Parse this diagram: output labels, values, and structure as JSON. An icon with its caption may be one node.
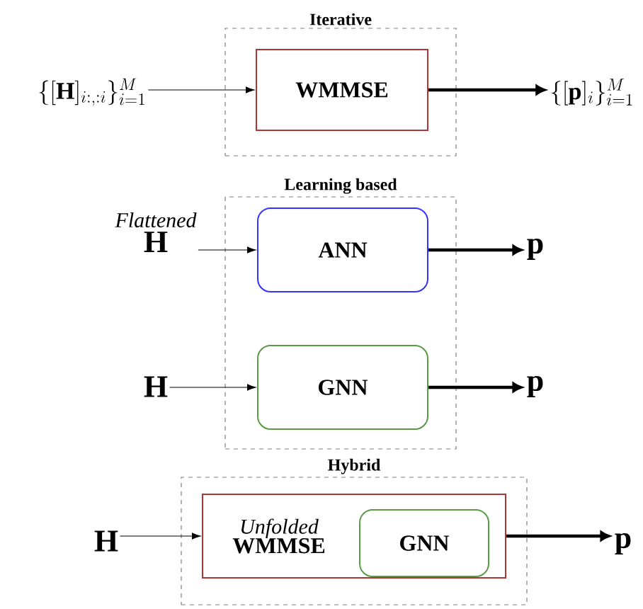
{
  "diagram": {
    "nodes": [
      {
        "text": [
          "Iterative"
        ]
      },
      {
        "text": [
          "WMMSE"
        ],
        "in": 0
      },
      {
        "text": [
          "\\{[\\mathbf{H}]_{i:,:i}\\}_{i=1}^{M}"
        ]
      },
      {
        "text": [
          "\\{[\\mathbf{p}]_{i}\\}_{i=1}^{M}"
        ]
      },
      {
        "text": [
          "Learning based"
        ]
      },
      {
        "text": [
          "ANN"
        ],
        "in": 4
      },
      {
        "text": [
          "GNN"
        ],
        "in": 4
      },
      {
        "text": [
          "Flattened",
          "\\mathbf{H}"
        ]
      },
      {
        "text": [
          "\\mathbf{p}"
        ]
      },
      {
        "text": [
          "\\mathbf{H}"
        ]
      },
      {
        "text": [
          "\\mathbf{p}"
        ]
      },
      {
        "text": [
          "Hybrid"
        ]
      },
      {
        "text": [
          "Unfolded",
          "WMMSE"
        ],
        "in": 11
      },
      {
        "text": [
          "GNN"
        ],
        "in": 12
      },
      {
        "text": [
          "\\mathbf{H}"
        ]
      },
      {
        "text": [
          "\\mathbf{p}"
        ]
      }
    ],
    "edges": [
      {
        "from": 2,
        "to": 1,
        "arrow": "to"
      },
      {
        "from": 1,
        "to": 3,
        "arrow": "to",
        "style": "thick"
      },
      {
        "from": 7,
        "to": 5,
        "arrow": "to"
      },
      {
        "from": 5,
        "to": 8,
        "arrow": "to",
        "style": "thick"
      },
      {
        "from": 9,
        "to": 6,
        "arrow": "to"
      },
      {
        "from": 6,
        "to": 10,
        "arrow": "to",
        "style": "thick"
      },
      {
        "from": 14,
        "to": 12,
        "arrow": "to"
      },
      {
        "from": 12,
        "to": 15,
        "arrow": "to",
        "style": "thick"
      }
    ]
  }
}
